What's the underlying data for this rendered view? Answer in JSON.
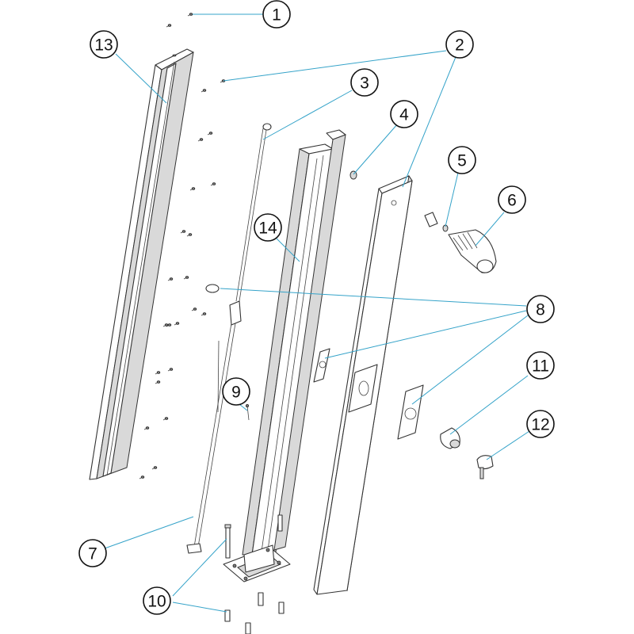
{
  "callouts": [
    {
      "label": "1"
    },
    {
      "label": "2"
    },
    {
      "label": "3"
    },
    {
      "label": "4"
    },
    {
      "label": "5"
    },
    {
      "label": "6"
    },
    {
      "label": "7"
    },
    {
      "label": "8"
    },
    {
      "label": "9"
    },
    {
      "label": "10"
    },
    {
      "label": "11"
    },
    {
      "label": "12"
    },
    {
      "label": "13"
    },
    {
      "label": "14"
    }
  ],
  "colors": {
    "leader": "#35a3c9",
    "outline": "#333333",
    "background": "#ffffff"
  }
}
